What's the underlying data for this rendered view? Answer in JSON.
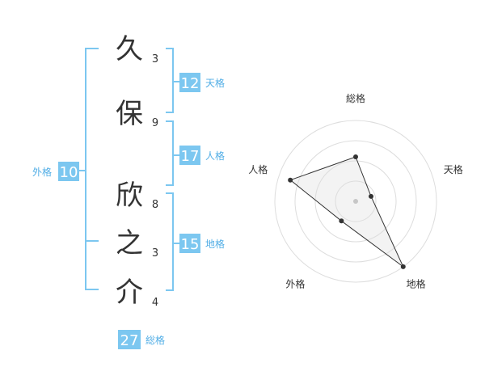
{
  "name": {
    "characters": [
      {
        "char": "久",
        "strokes": "3"
      },
      {
        "char": "保",
        "strokes": "9"
      },
      {
        "char": "欣",
        "strokes": "8"
      },
      {
        "char": "之",
        "strokes": "3"
      },
      {
        "char": "介",
        "strokes": "4"
      }
    ]
  },
  "fortunes": {
    "tenkaku": {
      "value": "12",
      "label": "天格"
    },
    "jinkaku": {
      "value": "17",
      "label": "人格"
    },
    "chikaku": {
      "value": "15",
      "label": "地格"
    },
    "gaikaku": {
      "value": "10",
      "label": "外格"
    },
    "soukaku": {
      "value": "27",
      "label": "総格"
    }
  },
  "radar": {
    "axes": [
      "総格",
      "天格",
      "地格",
      "外格",
      "人格"
    ],
    "levels": 4,
    "values": [
      0.55,
      0.2,
      1.0,
      0.3,
      0.85
    ]
  },
  "colors": {
    "accent": "#7cc7f0",
    "label": "#52aee6",
    "text": "#333333",
    "grid": "#dddddd"
  }
}
